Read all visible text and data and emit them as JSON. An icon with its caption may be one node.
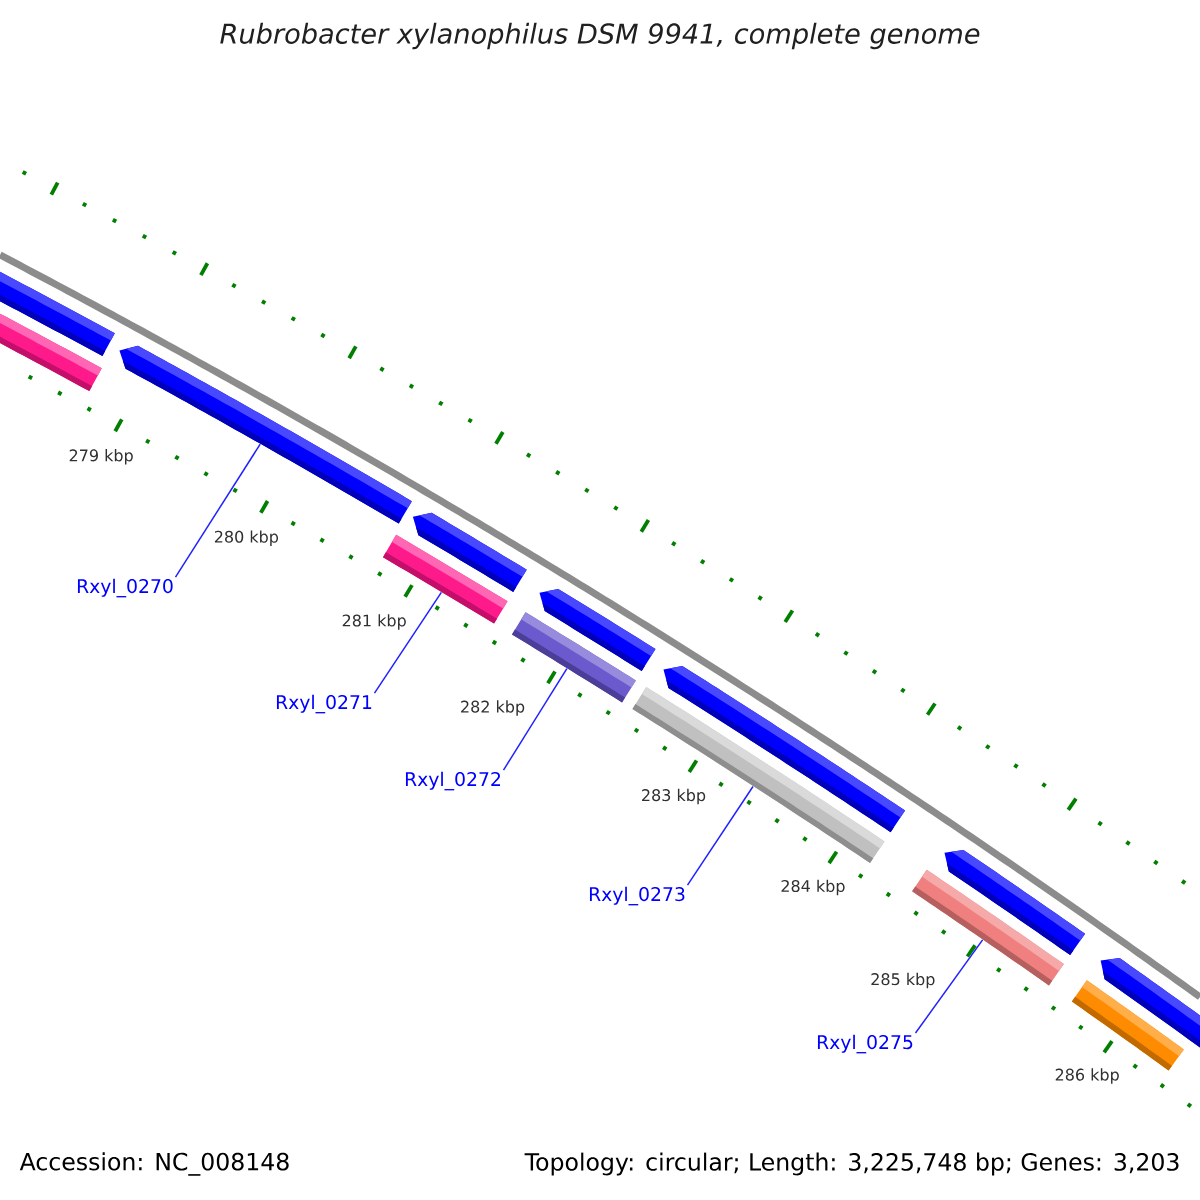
{
  "diagram": {
    "title": "Rubrobacter xylanophilus DSM 9941, complete genome",
    "nodes": [
      {
        "text": [],
        "shape": "arrow"
      },
      {
        "text": [],
        "shape": "bar"
      },
      {
        "text": [],
        "shape": "arrow"
      },
      {
        "text": [],
        "shape": "arrow"
      },
      {
        "text": [],
        "shape": "bar"
      },
      {
        "text": [],
        "shape": "arrow"
      },
      {
        "text": [],
        "shape": "bar"
      },
      {
        "text": [],
        "shape": "arrow"
      },
      {
        "text": [],
        "shape": "bar"
      },
      {
        "text": [],
        "shape": "arrow"
      },
      {
        "text": [],
        "shape": "bar"
      },
      {
        "text": [],
        "shape": "arrow"
      },
      {
        "text": [],
        "shape": "bar"
      },
      {
        "text": [
          "Rxyl_0270"
        ]
      },
      {
        "text": [
          "Rxyl_0271"
        ]
      },
      {
        "text": [
          "Rxyl_0272"
        ]
      },
      {
        "text": [
          "Rxyl_0273"
        ]
      },
      {
        "text": [
          "Rxyl_0275"
        ]
      }
    ],
    "edges": [
      {
        "from": 13,
        "to": 2,
        "arrow": "none"
      },
      {
        "from": 14,
        "to": 4,
        "arrow": "none"
      },
      {
        "from": 15,
        "to": 6,
        "arrow": "none"
      },
      {
        "from": 16,
        "to": 8,
        "arrow": "none"
      },
      {
        "from": 17,
        "to": 10,
        "arrow": "none"
      }
    ],
    "labels": [
      "279 kbp",
      "280 kbp",
      "281 kbp",
      "282 kbp",
      "283 kbp",
      "284 kbp",
      "285 kbp",
      "286 kbp",
      "Accession: NC_008148",
      "Topology: circular; Length: 3,225,748 bp; Genes: 3,203"
    ]
  }
}
